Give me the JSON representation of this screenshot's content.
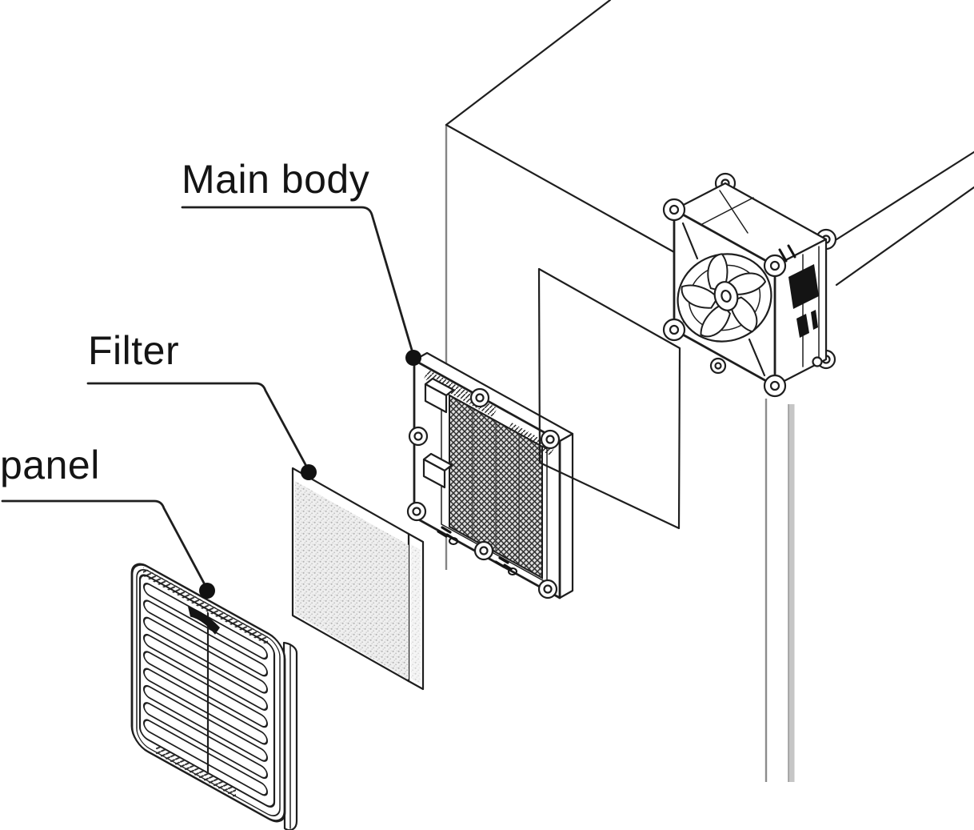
{
  "figure": {
    "type": "exploded-view-technical-diagram",
    "background": "#ffffff",
    "ink_color": "#1e1e1e",
    "accent_gray": "#8c8c8c"
  },
  "labels": {
    "main_body": {
      "text": "Main body"
    },
    "filter": {
      "text": "Filter"
    },
    "panel": {
      "text": "panel"
    }
  },
  "parts": {
    "panel_label_target": "louvered front panel",
    "filter_label_target": "filter media pad",
    "main_body_label_target": "mounting frame with grille",
    "unlabeled": [
      "axial fan",
      "enclosure corner",
      "mounting cutout outline"
    ]
  }
}
